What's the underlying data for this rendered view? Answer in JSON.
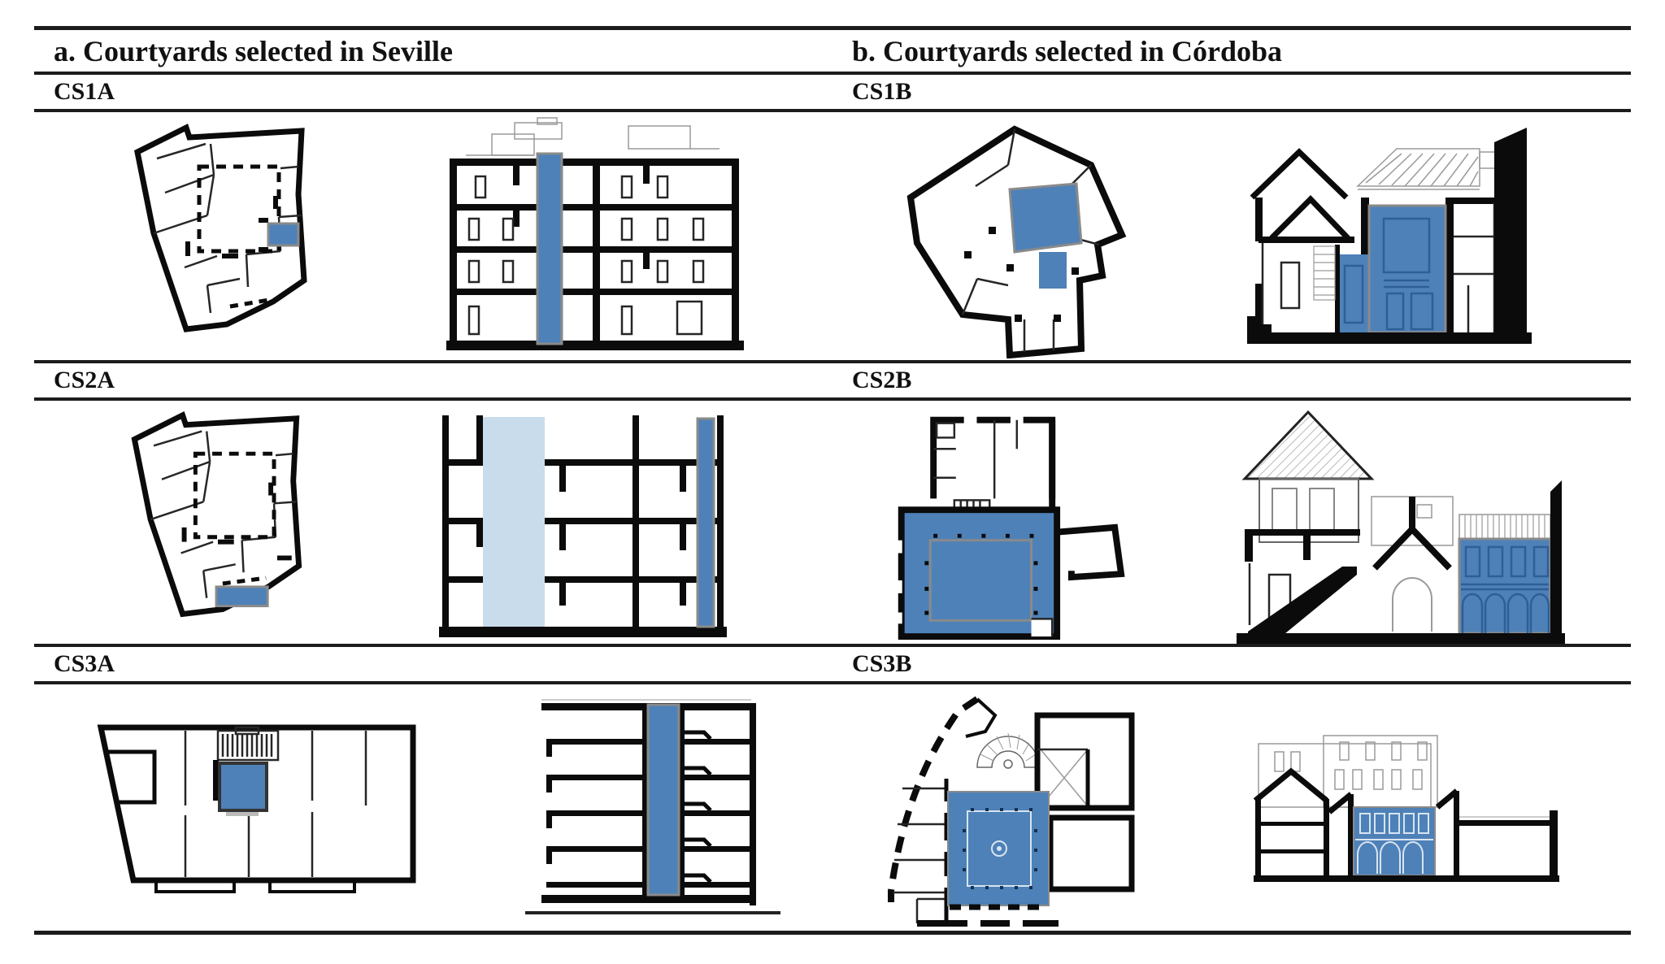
{
  "figure": {
    "columns": [
      {
        "header": "a. Courtyards selected in Seville",
        "rows": [
          {
            "label": "CS1A"
          },
          {
            "label": "CS2A"
          },
          {
            "label": "CS3A"
          }
        ]
      },
      {
        "header": "b. Courtyards selected in Córdoba",
        "rows": [
          {
            "label": "CS1B"
          },
          {
            "label": "CS2B"
          },
          {
            "label": "CS3B"
          }
        ]
      }
    ]
  },
  "colors": {
    "courtyard_blue": "#4e81b8",
    "courtyard_light_blue": "#c9dcec",
    "wall_black": "#0b0b0b",
    "detail_gray": "#8a8a8a",
    "rule_color": "#1c1c1c"
  }
}
